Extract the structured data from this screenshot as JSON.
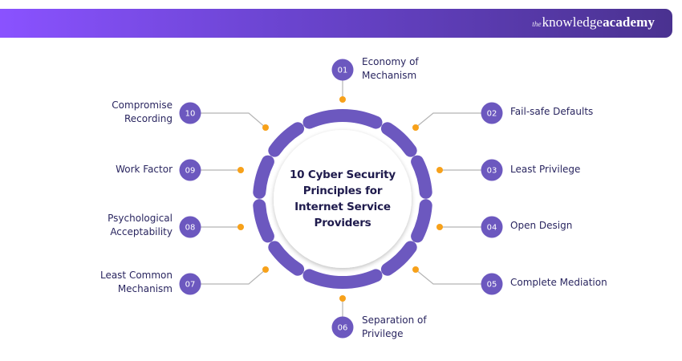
{
  "header": {
    "brand_the": "the",
    "brand_knowledge": "knowledge",
    "brand_academy": "academy"
  },
  "colors": {
    "banner_start": "#8a52ff",
    "banner_end": "#4a3290",
    "segment": "#6c58bf",
    "badge": "#6c58bf",
    "dot": "#f7a11a",
    "connector": "#b5b5b5",
    "text": "#2a2660",
    "title": "#1f1b4d"
  },
  "center": {
    "title": "10 Cyber Security Principles for Internet Service Providers"
  },
  "principles": [
    {
      "number": "01",
      "label": "Economy of\nMechanism",
      "side": "top"
    },
    {
      "number": "02",
      "label": "Fail-safe Defaults",
      "side": "right"
    },
    {
      "number": "03",
      "label": "Least Privilege",
      "side": "right"
    },
    {
      "number": "04",
      "label": "Open Design",
      "side": "right"
    },
    {
      "number": "05",
      "label": "Complete Mediation",
      "side": "right"
    },
    {
      "number": "06",
      "label": "Separation of\nPrivilege",
      "side": "bottom"
    },
    {
      "number": "07",
      "label": "Least Common\nMechanism",
      "side": "left"
    },
    {
      "number": "08",
      "label": "Psychological\nAcceptability",
      "side": "left"
    },
    {
      "number": "09",
      "label": "Work Factor",
      "side": "left"
    },
    {
      "number": "10",
      "label": "Compromise\nRecording",
      "side": "left"
    }
  ]
}
